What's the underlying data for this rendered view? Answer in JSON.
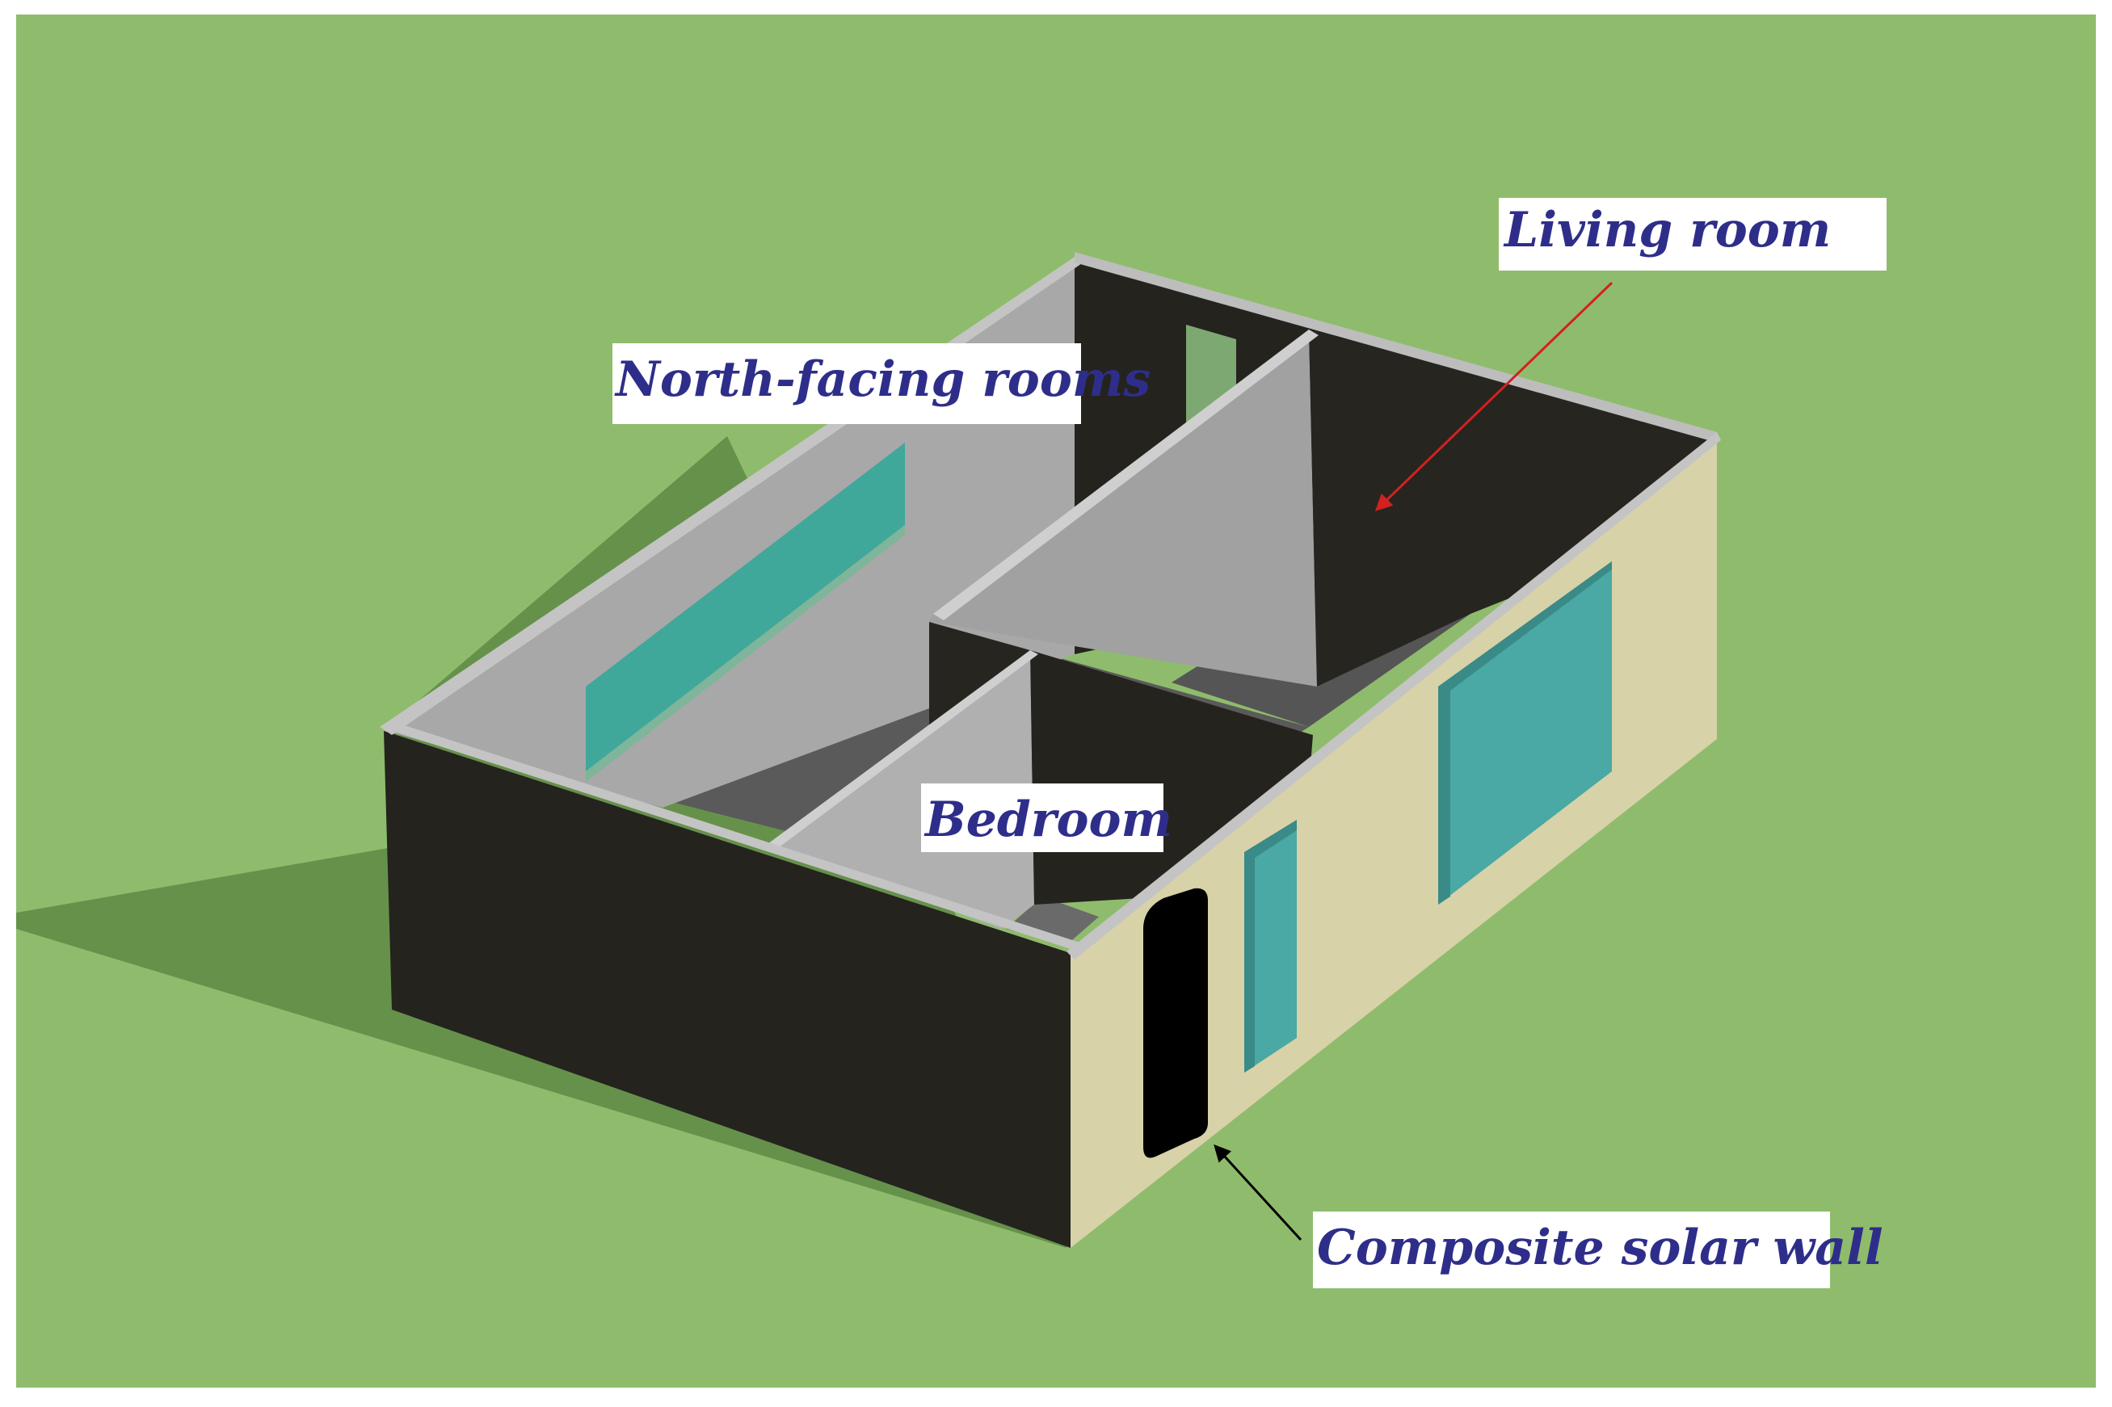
{
  "labels": {
    "living_room": "Living room",
    "north_facing_rooms": "North-facing rooms",
    "bedroom": "Bedroom",
    "composite_solar_wall": "Composite solar wall"
  },
  "colors": {
    "ground": "#8fbc6c",
    "outer_wall_dark": "#24231e",
    "south_wall": "#d8d2a8",
    "interior_wall": "#a1a1a1",
    "interior_wall_light": "#b2b2b2",
    "floor": "#5a5a5a",
    "wall_top": "#c4c4c4",
    "window_glass": "#4aa8a5",
    "window_frame": "#7fb5a0",
    "solar_wall_panel": "#000000",
    "label_text": "#2e2e8a",
    "label_bg": "#ffffff",
    "living_arrow": "#d42020",
    "solar_arrow": "#000000"
  }
}
